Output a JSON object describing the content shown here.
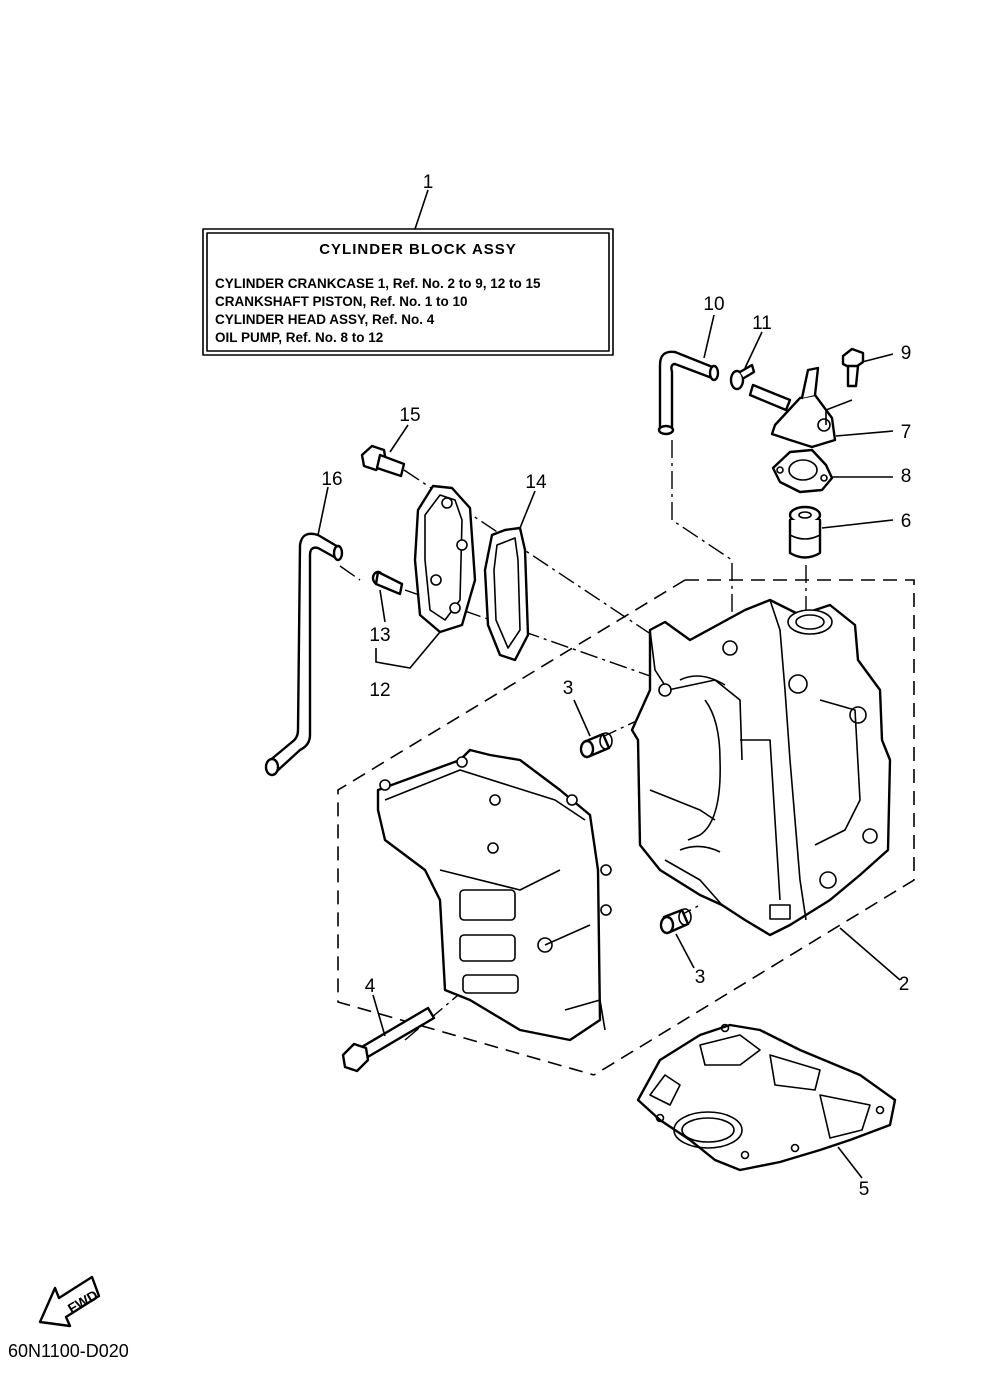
{
  "assembly_box": {
    "title": "CYLINDER BLOCK ASSY",
    "lines": [
      "CYLINDER CRANKCASE 1, Ref. No. 2 to 9, 12 to 15",
      "CRANKSHAFT PISTON,   Ref. No. 1 to 10",
      "CYLINDER HEAD ASSY,   Ref. No. 4",
      "OIL PUMP,  Ref. No. 8 to 12"
    ]
  },
  "callouts": {
    "c1": "1",
    "c2": "2",
    "c3a": "3",
    "c3b": "3",
    "c4": "4",
    "c5": "5",
    "c6": "6",
    "c7": "7",
    "c8": "8",
    "c9": "9",
    "c10": "10",
    "c11": "11",
    "c12": "12",
    "c13": "13",
    "c14": "14",
    "c15": "15",
    "c16": "16"
  },
  "fwd_label": "FWD",
  "diagram_code": "60N1100-D020",
  "icons": [
    "fwd-arrow-icon"
  ]
}
